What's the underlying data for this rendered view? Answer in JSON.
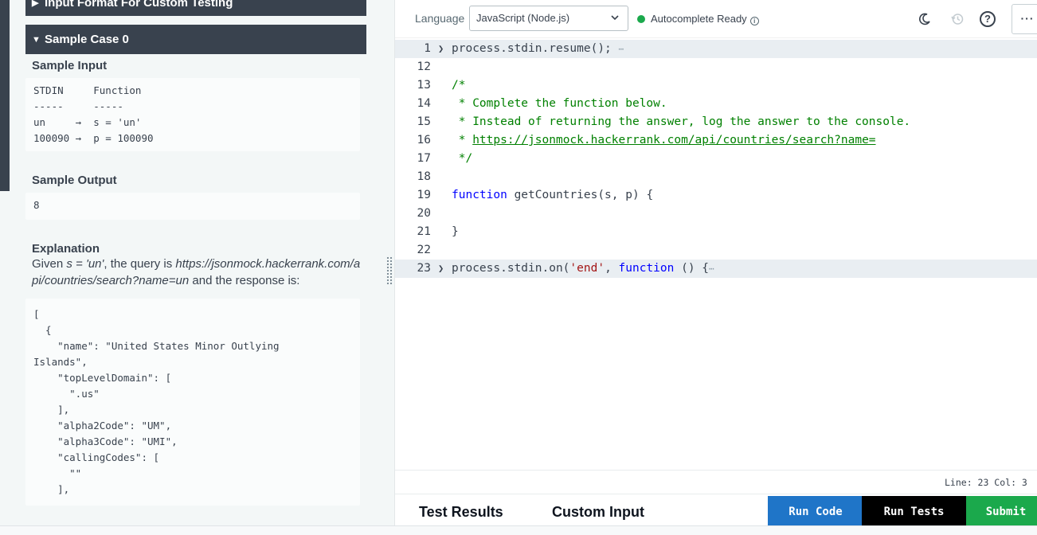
{
  "left": {
    "section1_title": "Input Format For Custom Testing",
    "section2_title": "Sample Case 0",
    "sample_input_heading": "Sample Input",
    "sample_input_text": "STDIN     Function\n-----     -----\nun     →  s = 'un'\n100090 →  p = 100090",
    "sample_output_heading": "Sample Output",
    "sample_output_text": "8",
    "explanation_heading": "Explanation",
    "expl_given": "Given ",
    "expl_s": "s = 'un'",
    "expl_mid": ", the query is ",
    "expl_url": "https://jsonmock.hackerrank.com/api/countries/search?name=un",
    "expl_end": " and the response is:",
    "response_text": "[\n  {\n    \"name\": \"United States Minor Outlying\nIslands\",\n    \"topLevelDomain\": [\n      \".us\"\n    ],\n    \"alpha2Code\": \"UM\",\n    \"alpha3Code\": \"UMI\",\n    \"callingCodes\": [\n      \"\"\n    ],"
  },
  "toolbar": {
    "language_label": "Language",
    "language_value": "JavaScript (Node.js)",
    "autocomplete_status": "Autocomplete Ready",
    "more_label": "···"
  },
  "code": {
    "l1_num": "1",
    "l1_text": "process.stdin.resume();",
    "l12_num": "12",
    "l13_num": "13",
    "l13_text": "/*",
    "l14_num": "14",
    "l14_text": " * Complete the function below.",
    "l15_num": "15",
    "l15_text": " * Instead of returning the answer, log the answer to the console.",
    "l16_num": "16",
    "l16_prefix": " * ",
    "l16_link": "https://jsonmock.hackerrank.com/api/countries/search?name=",
    "l17_num": "17",
    "l17_text": " */",
    "l18_num": "18",
    "l19_num": "19",
    "l19_kw": "function",
    "l19_rest": " getCountries(s, p) {",
    "l20_num": "20",
    "l21_num": "21",
    "l21_text": "}",
    "l22_num": "22",
    "l23_num": "23",
    "l23_a": "process.stdin.on(",
    "l23_str": "'end'",
    "l23_b": ", ",
    "l23_kw": "function",
    "l23_c": " () {"
  },
  "status": {
    "cursor_position": "Line: 23 Col: 3"
  },
  "bottom": {
    "tab_test_results": "Test Results",
    "tab_custom_input": "Custom Input",
    "run_code": "Run Code",
    "run_tests": "Run Tests",
    "submit": "Submit"
  },
  "colors": {
    "header_dark": "#39424e",
    "run_code": "#1f75c8",
    "submit": "#1ba94c",
    "keyword": "#0000ff",
    "comment": "#008000",
    "string": "#a31515"
  }
}
